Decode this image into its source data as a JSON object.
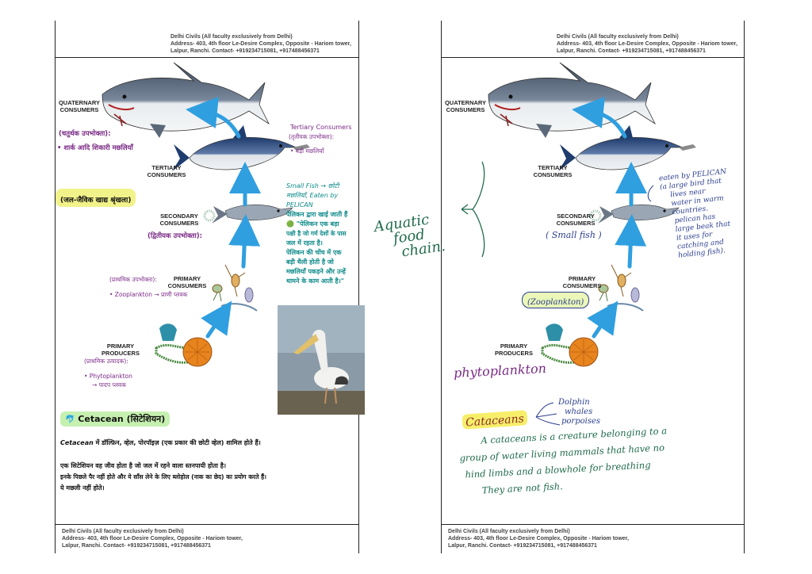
{
  "header": {
    "line1": "Delhi Civils (All faculty exclusively from Delhi)",
    "line2": "Address- 403, 4th floor Le-Desire Complex, Opposite - Hariom tower,",
    "line3": "Lalpur, Ranchi. Contact- +919234715081, +917488456371"
  },
  "footer": {
    "line1": "Delhi Civils (All faculty exclusively from Delhi)",
    "line2": "Address- 403, 4th floor Le-Desire Complex, Opposite - Hariom tower,",
    "line3": "Lalpur, Ranchi. Contact- +919234715081, +917488456371"
  },
  "stages": {
    "quaternary": [
      "QUATERNARY",
      "CONSUMERS"
    ],
    "tertiary": [
      "TERTIARY",
      "CONSUMERS"
    ],
    "secondary": [
      "SECONDARY",
      "CONSUMERS"
    ],
    "primary": [
      "PRIMARY",
      "CONSUMERS"
    ],
    "producers": [
      "PRIMARY",
      "PRODUCERS"
    ]
  },
  "left": {
    "quaternary_hi": "(चतुर्थक उपभोक्ता):",
    "quaternary_item": "• शार्क आदि शिकारी मछलियाँ",
    "tertiary_en": "Tertiary Consumers",
    "tertiary_hi": "(तृतीयक उपभोक्ता):",
    "tertiary_item": "• बड़ी मछलियाँ",
    "title_highlight": "(जल-जैविक खाद्य श्रृंखला)",
    "secondary_hi": "(द्वितीयक उपभोक्ता):",
    "primary_hi": "(प्राथमिक उपभोक्ता):",
    "primary_item": "• Zooplankton → प्राणी प्लवक",
    "producers_hi": "(प्राथमिक उत्पादक):",
    "producers_item1": "• Phytoplankton",
    "producers_item2": "→ पादप प्लवक",
    "pelican_note": [
      "Small Fish → छोटी",
      "मछलियाँ, Eaten by",
      "PELICAN",
      "पेलिकन द्वारा खाई जाती हैं",
      "🟢 \"पेलिकन एक बड़ा",
      "पक्षी है जो गर्म देशों के पास",
      "जल में रहता है।",
      "पेलिकन की चोंच में एक",
      "बड़ी थैली होती है जो",
      "मछलियाँ पकड़ने और उन्हें",
      "थामने के काम आती है।\""
    ],
    "cetacean_heading": "Cetacean (सिटेशियन)",
    "cetacean_para1_italic": "Cetacean",
    "cetacean_para1_rest": " में डॉल्फ़िन, व्हेल, पोरपॉइज़ (एक प्रकार की छोटी व्हेल) शामिल होते हैं।",
    "cetacean_para2": [
      "एक सिटेशियन वह जीव होता है जो जल में रहने वाला स्तनपायी होता है।",
      "इनके पिछले पैर नहीं होते और ये साँस लेने के लिए ब्लोहोल (नाक का छेद) का प्रयोग करते हैं।",
      "ये मछली नहीं होते।"
    ]
  },
  "right": {
    "aquatic": [
      "Aquatic",
      "food",
      "chain."
    ],
    "pelican_note": [
      "eaten by PELICAN",
      "(a large bird that",
      "lives near",
      "water in warm",
      "countries.",
      "pelican has",
      "large beak that",
      "it uses for",
      "catching and",
      "holding fish)."
    ],
    "small_fish": "( Small fish )",
    "zooplankton": "(Zooplankton)",
    "phytoplankton": "phytoplankton",
    "cataceans_word": "Cataceans",
    "cataceans_list": [
      "Dolphin",
      "whales",
      "porpoises"
    ],
    "cataceans_text": [
      "A cataceans is a creature belonging to a",
      "group of water living mammals that have no",
      "hind limbs and a blowhole for breathing",
      "They are not fish."
    ]
  },
  "colors": {
    "arrow": "#2f9fe0",
    "highlight_yellow": "#f2f28a",
    "highlight_green": "#c6f0b0",
    "purple_text": "#7a2a86",
    "teal_text": "#0f8a8a",
    "handwriting_green": "#1f6b4a",
    "handwriting_blue": "#2b3e8f"
  }
}
